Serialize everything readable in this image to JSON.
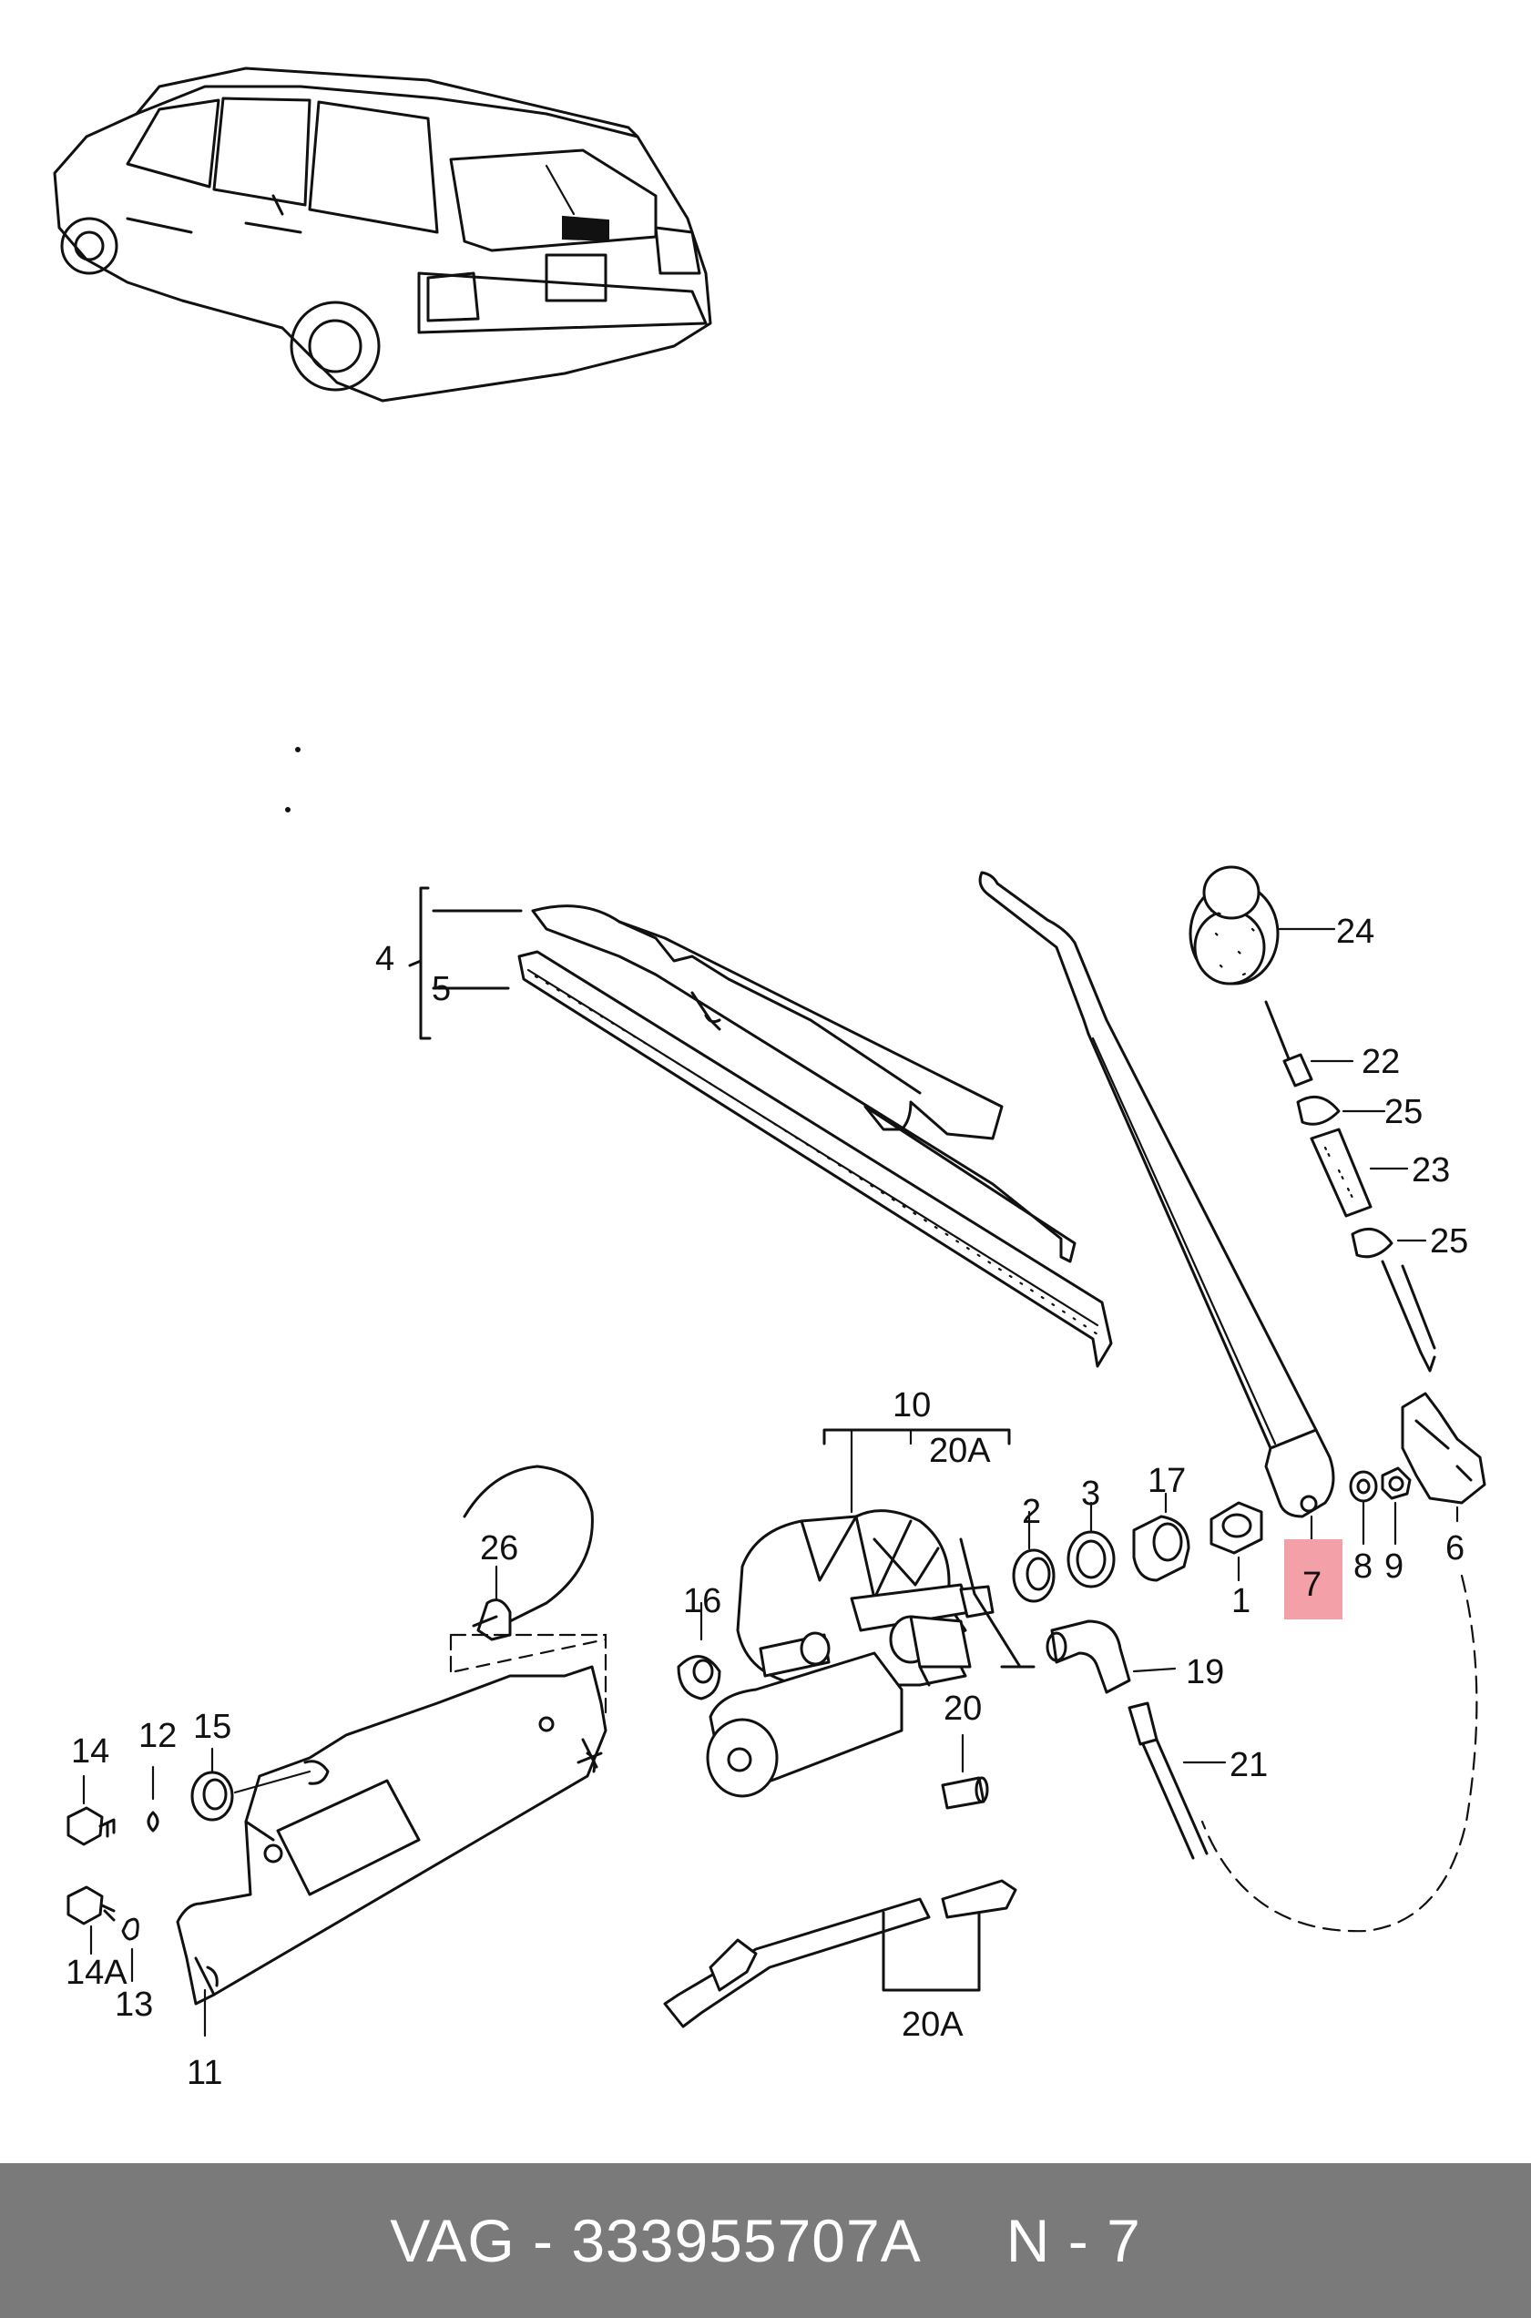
{
  "colors": {
    "highlight": "#f3a0a8",
    "footer_bg": "#7a7a7a",
    "footer_text": "#ffffff"
  },
  "callouts": {
    "c1": "1",
    "c2": "2",
    "c3": "3",
    "c4": "4",
    "c5": "5",
    "c6": "6",
    "c7": "7",
    "c8": "8",
    "c9": "9",
    "c10": "10",
    "c11": "11",
    "c12": "12",
    "c13": "13",
    "c14": "14",
    "c14a": "14A",
    "c15": "15",
    "c16": "16",
    "c17": "17",
    "c19": "19",
    "c20": "20",
    "c20a_top": "20A",
    "c20a_bottom": "20A",
    "c21": "21",
    "c22": "22",
    "c23": "23",
    "c24": "24",
    "c25_top": "25",
    "c25_bottom": "25",
    "c26": "26"
  },
  "footer": {
    "text": "VAG - 333955707A     N - 7"
  }
}
